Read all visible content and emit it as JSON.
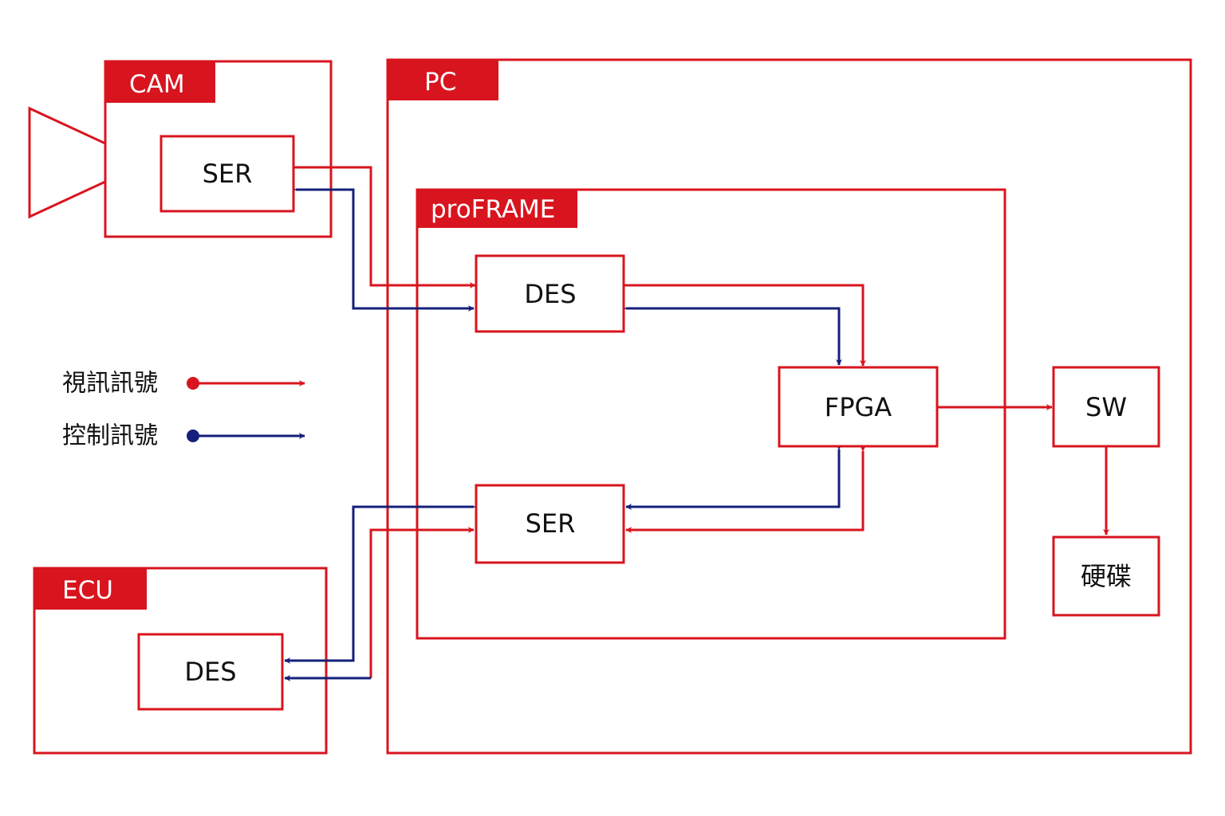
{
  "containers": {
    "cam": "CAM",
    "pc": "PC",
    "proframe": "proFRAME",
    "ecu": "ECU"
  },
  "nodes": {
    "cam_ser": "SER",
    "pf_des": "DES",
    "pf_ser": "SER",
    "fpga": "FPGA",
    "sw": "SW",
    "disk": "硬碟",
    "ecu_des": "DES"
  },
  "legend": {
    "video_signal": "視訊訊號",
    "control_signal": "控制訊號"
  },
  "colors": {
    "video": "#d8141e",
    "control": "#14207a",
    "box": "#d8141e"
  },
  "icons": {
    "camera": "camera-lens-icon"
  }
}
